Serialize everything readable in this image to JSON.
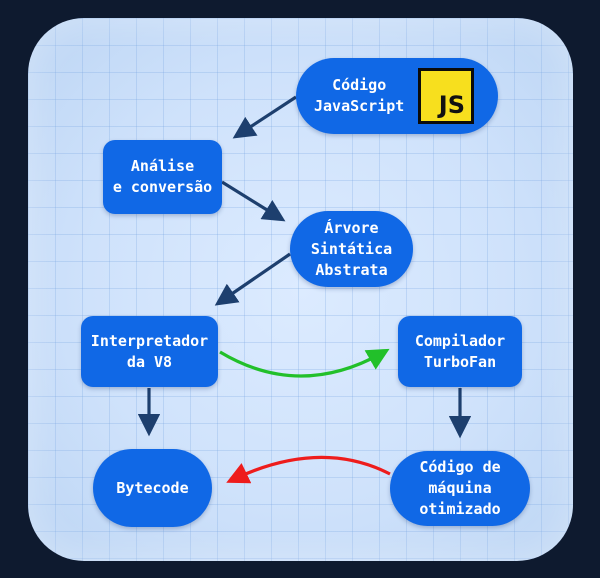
{
  "nodes": {
    "codigo_js": {
      "line1": "Código",
      "line2": "JavaScript",
      "logo_text": "JS"
    },
    "analise": {
      "line1": "Análise",
      "line2": "e conversão"
    },
    "arvore": {
      "line1": "Árvore",
      "line2": "Sintática",
      "line3": "Abstrata"
    },
    "interpretador": {
      "line1": "Interpretador",
      "line2": "da V8"
    },
    "compilador": {
      "line1": "Compilador",
      "line2": "TurboFan"
    },
    "bytecode": {
      "line1": "Bytecode"
    },
    "codigo_otimizado": {
      "line1": "Código de",
      "line2": "máquina",
      "line3": "otimizado"
    }
  },
  "colors": {
    "background": "#0e1a2f",
    "node_fill": "#1068e6",
    "node_text": "#ffffff",
    "arrow_default": "#1d3f6e",
    "arrow_green": "#22c02a",
    "arrow_red": "#ee1c1c",
    "js_logo": "#f7df1e"
  },
  "edges": [
    {
      "from": "codigo_js",
      "to": "analise",
      "color": "arrow_default"
    },
    {
      "from": "analise",
      "to": "arvore",
      "color": "arrow_default"
    },
    {
      "from": "arvore",
      "to": "interpretador",
      "color": "arrow_default"
    },
    {
      "from": "interpretador",
      "to": "compilador",
      "color": "arrow_green"
    },
    {
      "from": "interpretador",
      "to": "bytecode",
      "color": "arrow_default"
    },
    {
      "from": "compilador",
      "to": "codigo_otimizado",
      "color": "arrow_default"
    },
    {
      "from": "codigo_otimizado",
      "to": "bytecode",
      "color": "arrow_red"
    }
  ]
}
